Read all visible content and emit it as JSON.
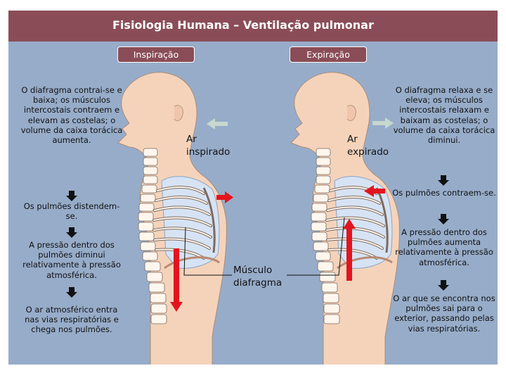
{
  "title": "Fisiologia Humana – Ventilação pulmonar",
  "inspiracao": {
    "tag": "Inspiração",
    "ar_label": "Ar\ninspirado",
    "p1": "O diafragma contrai-se e baixa; os músculos intercostais contraem e elevam as costelas; o volume da caixa torácica aumenta.",
    "p2": "Os pulmões distendem-se.",
    "p3": "A pressão dentro dos pulmões diminui relativamente à pressão atmosférica.",
    "p4": "O ar atmosférico entra nas vias respiratórias e chega nos pulmões."
  },
  "expiracao": {
    "tag": "Expiração",
    "ar_label": "Ar\nexpirado",
    "p1": "O diafragma relaxa e se eleva; os músculos intercostais relaxam e baixam as costelas; o volume da caixa torácica diminui.",
    "p2": "Os pulmões contraem-se.",
    "p3": "A pressão dentro dos pulmões aumenta relativamente à pressão atmosférica.",
    "p4": "O ar que se encontra nos pulmões sai para o exterior, passando pelas vias respiratórias."
  },
  "diafragma_label": "Músculo\ndiafragma",
  "colors": {
    "title_bg": "#8a4d57",
    "panel_bg": "#97acc9",
    "arrow_red": "#e3141e",
    "arrow_air": "#c6d8cf",
    "skin": "#f5d3bb",
    "lung": "#d6e3f4"
  }
}
